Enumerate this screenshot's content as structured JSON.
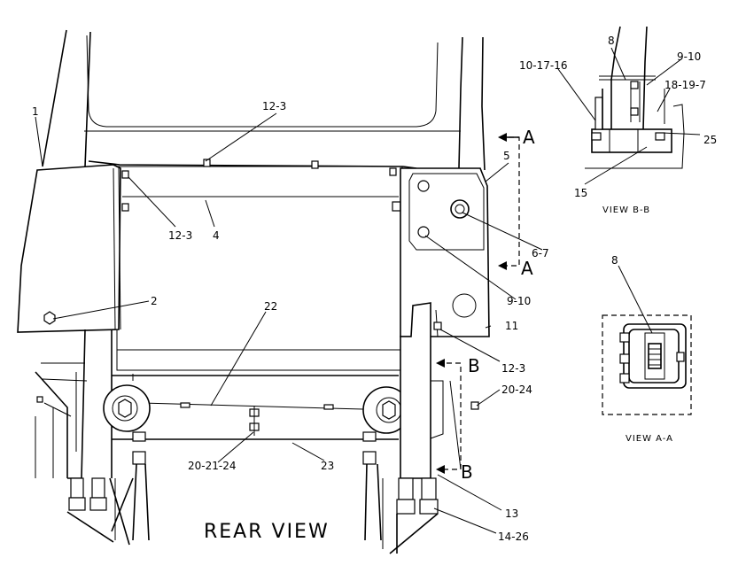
{
  "callouts": {
    "c1": "1",
    "c2": "2",
    "c4": "4",
    "c5": "5",
    "c11": "11",
    "c12_3_top": "12-3",
    "c12_3_left": "12-3",
    "c12_3_right": "12-3",
    "c6_7": "6-7",
    "c9_10": "9-10",
    "c22": "22",
    "c23": "23",
    "c20_21_24": "20-21-24",
    "c20_24": "20-24",
    "c13": "13",
    "c14_26": "14-26",
    "c8_bb": "8",
    "c9_10_bb": "9-10",
    "c10_17_16": "10-17-16",
    "c18_19_7": "18-19-7",
    "c25": "25",
    "c15": "15",
    "c8_aa": "8"
  },
  "section_markers": {
    "a_top": "A",
    "a_bottom": "A",
    "b_top": "B",
    "b_bottom": "B"
  },
  "captions": {
    "rear_view": "REAR VIEW",
    "view_bb": "VIEW B-B",
    "view_aa": "VIEW A-A"
  }
}
